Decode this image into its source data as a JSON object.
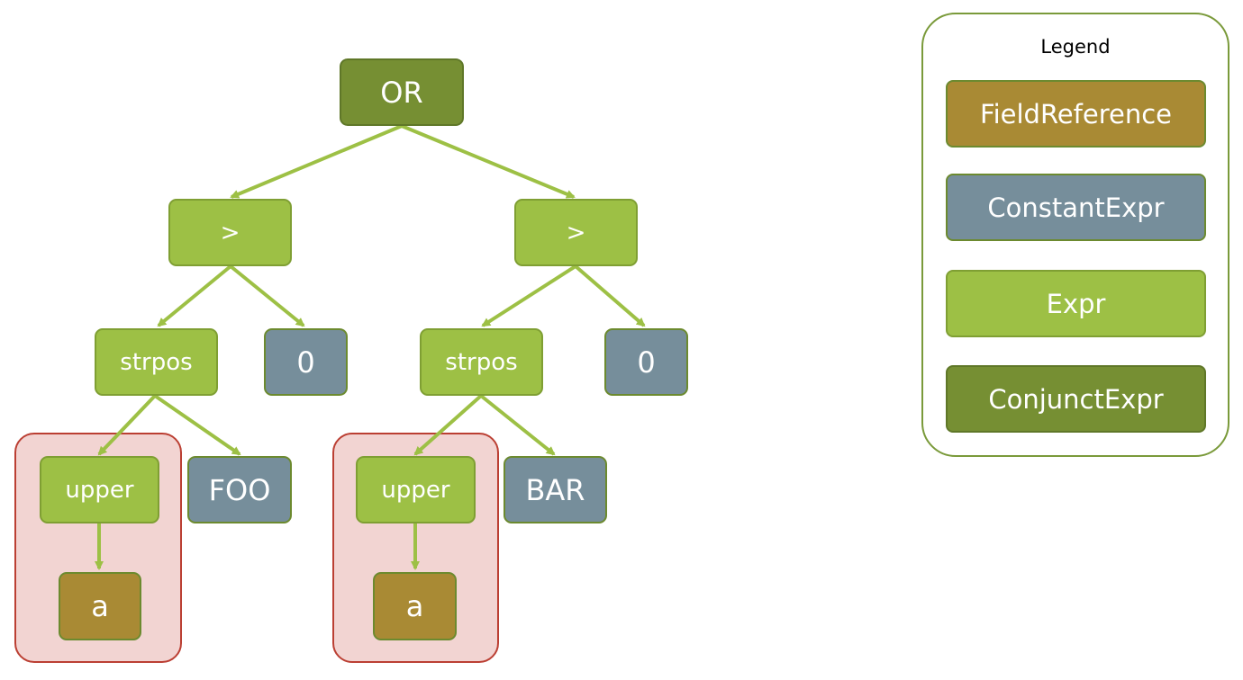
{
  "tree": {
    "or_label": "OR",
    "gt_left_label": ">",
    "gt_right_label": ">",
    "strpos_left_label": "strpos",
    "strpos_right_label": "strpos",
    "zero_left_label": "0",
    "zero_right_label": "0",
    "upper_left_label": "upper",
    "upper_right_label": "upper",
    "foo_label": "FOO",
    "bar_label": "BAR",
    "a_left_label": "a",
    "a_right_label": "a"
  },
  "legend": {
    "title": "Legend",
    "items": [
      {
        "label": "FieldReference",
        "color": "#a98a34"
      },
      {
        "label": "ConstantExpr",
        "color": "#768e9b"
      },
      {
        "label": "Expr",
        "color": "#9dc045"
      },
      {
        "label": "ConjunctExpr",
        "color": "#768f33"
      }
    ]
  },
  "colors": {
    "edge": "#9dc045",
    "highlight_fill": "#f2d4d2",
    "highlight_border": "#bb3f33"
  }
}
